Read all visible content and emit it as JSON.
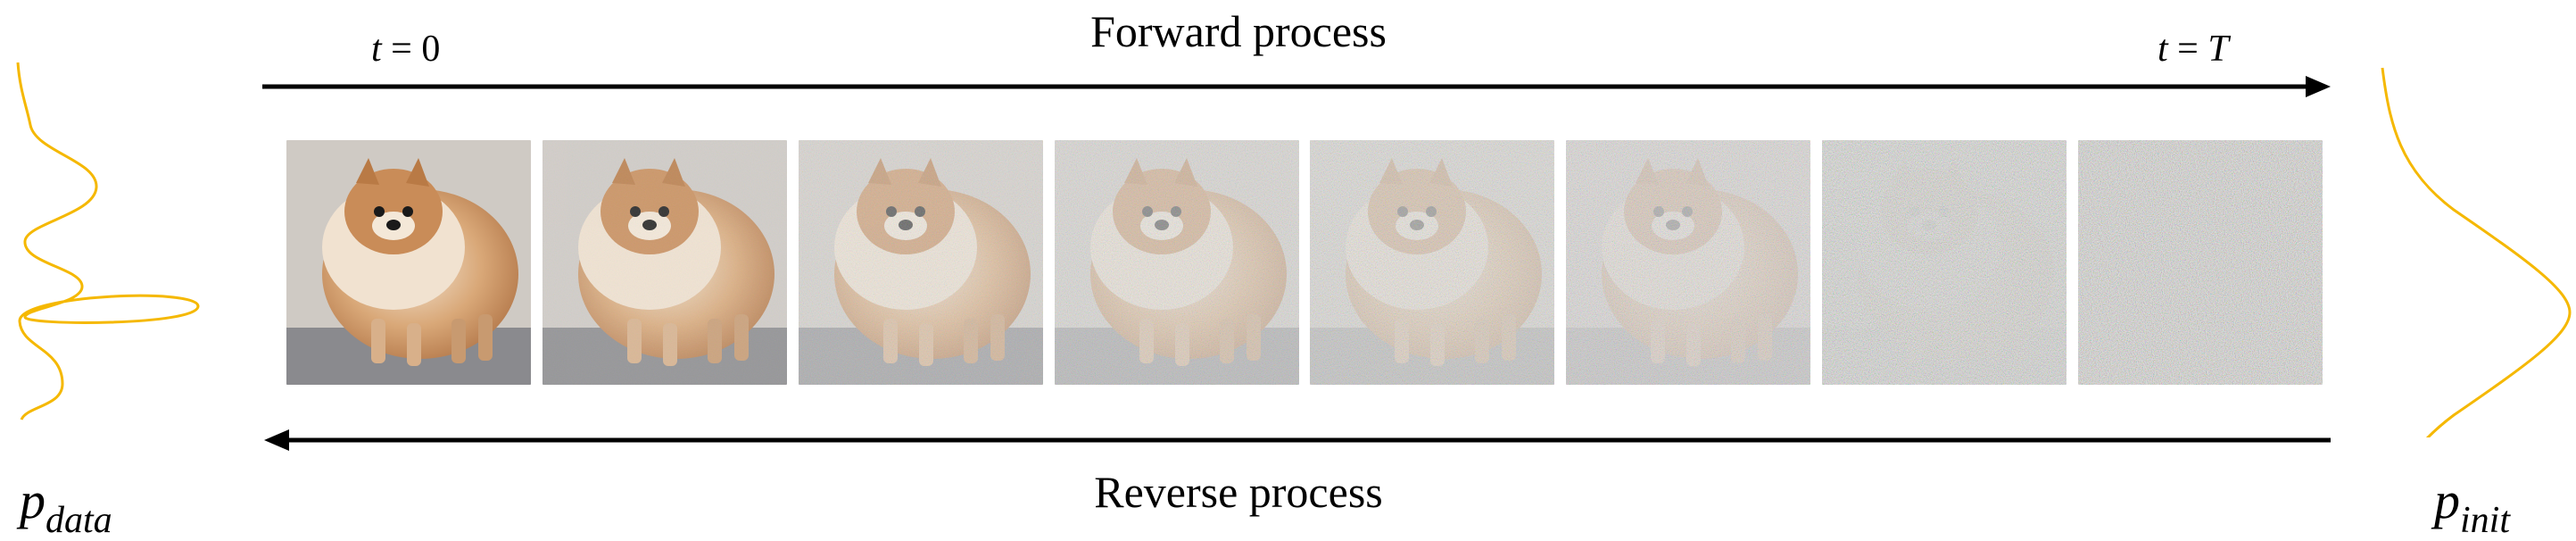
{
  "forward_label": "Forward process",
  "reverse_label": "Reverse process",
  "t_start": {
    "var": "t",
    "op": "=",
    "val": "0"
  },
  "t_end": {
    "var": "t",
    "op": "=",
    "val": "T"
  },
  "p_data": {
    "base": "p",
    "sub": "data"
  },
  "p_init": {
    "base": "p",
    "sub": "init"
  },
  "curve_color": "#f5b800",
  "arrow_color": "#000000",
  "frames": [
    {
      "noise_level": 0.0
    },
    {
      "noise_level": 0.12
    },
    {
      "noise_level": 0.35
    },
    {
      "noise_level": 0.5
    },
    {
      "noise_level": 0.62
    },
    {
      "noise_level": 0.7
    },
    {
      "noise_level": 0.95
    },
    {
      "noise_level": 1.0
    }
  ]
}
